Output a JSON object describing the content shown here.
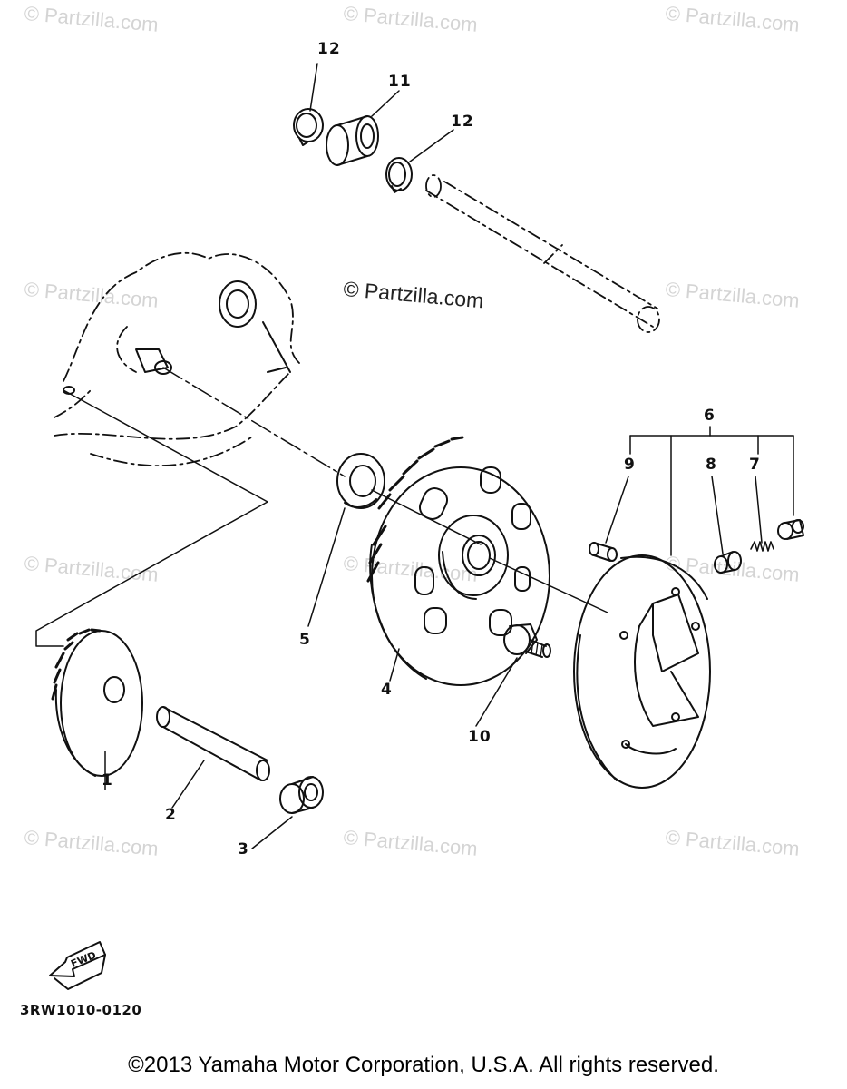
{
  "watermark": "© Partzilla.com",
  "center_watermark": "© Partzilla.com",
  "callouts": {
    "p1": "1",
    "p2": "2",
    "p3": "3",
    "p4": "4",
    "p5": "5",
    "p6": "6",
    "p7": "7",
    "p8": "8",
    "p9": "9",
    "p10": "10",
    "p11": "11",
    "p12_left": "12",
    "p12_right": "12"
  },
  "fwd_label": "FWD",
  "diagram_code": "3RW1010-0120",
  "copyright": "©2013  Yamaha Motor Corporation, U.S.A. All rights reserved."
}
